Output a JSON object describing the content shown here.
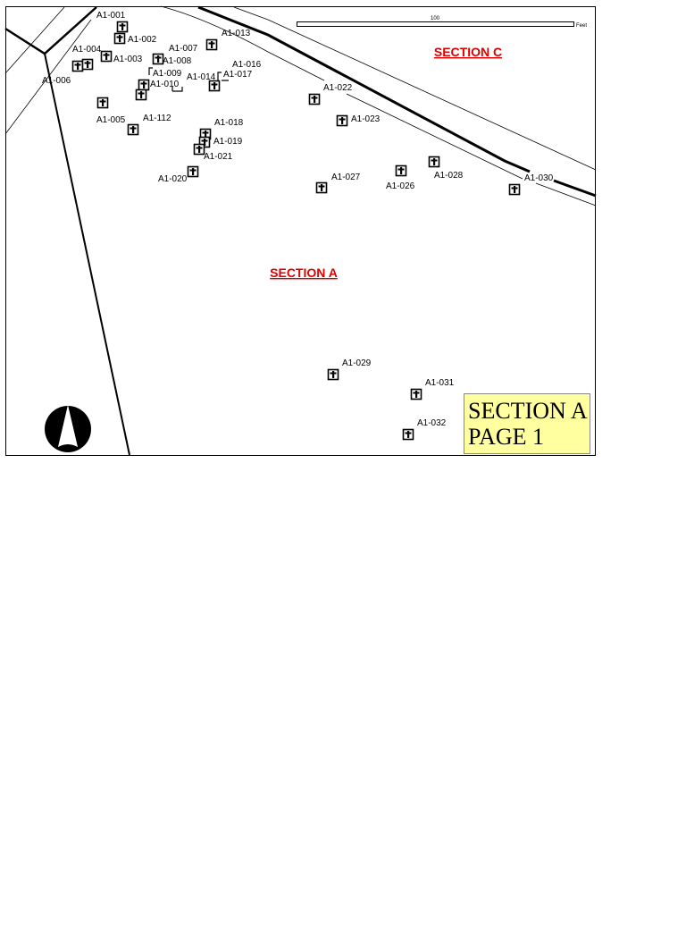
{
  "map": {
    "scale_bar": {
      "value_label": "100",
      "unit_label": "Feet"
    },
    "section_labels": {
      "section_c": "SECTION C",
      "section_a": "SECTION A"
    },
    "title_box": {
      "line1": "SECTION A",
      "line2": "PAGE 1",
      "background_color": "#ffffa0"
    },
    "section_label_color": "#e00000",
    "north_arrow_icon": "north-arrow-icon",
    "grave_icon": "grave-cross-icon",
    "plots": [
      "A1-001",
      "A1-002",
      "A1-003",
      "A1-004",
      "A1-006",
      "A1-005",
      "A1-112",
      "A1-007",
      "A1-008",
      "A1-009",
      "A1-010",
      "A1-013",
      "A1-014",
      "A1-016",
      "A1-017",
      "A1-018",
      "A1-019",
      "A1-021",
      "A1-020",
      "A1-022",
      "A1-023",
      "A1-027",
      "A1-026",
      "A1-028",
      "A1-030",
      "A1-029",
      "A1-031",
      "A1-032"
    ]
  }
}
